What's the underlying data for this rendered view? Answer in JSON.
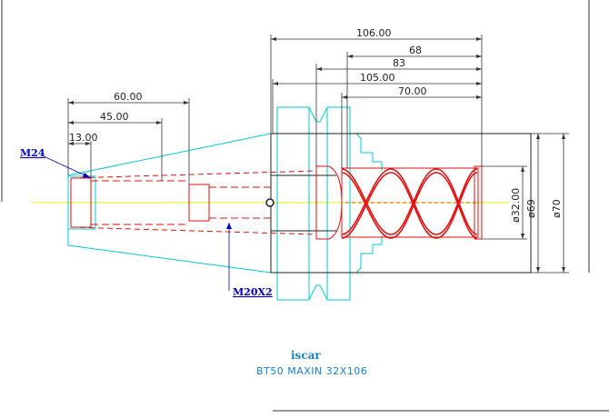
{
  "dimensions": {
    "total_length": "106.00",
    "d68": "68",
    "d83": "83",
    "d105": "105.00",
    "d70_len": "70.00",
    "shank_60": "60.00",
    "shank_45": "45.00",
    "shank_13": "13.00",
    "dia_32": "ø32.00",
    "dia_69": "ø69",
    "dia_70": "ø70"
  },
  "callouts": {
    "m24": "M24",
    "m20x2": "M20X2"
  },
  "title_block": {
    "logo": "iscar",
    "model": "BT50  MAXIN  32X106"
  },
  "colors": {
    "outline_cyan": "#00c8d8",
    "spring_red": "#e01010",
    "centerline_yellow": "#e8e800",
    "dimension_gray": "#333333",
    "callout_blue": "#0000c0",
    "caption_blue": "#1a7fd0"
  }
}
